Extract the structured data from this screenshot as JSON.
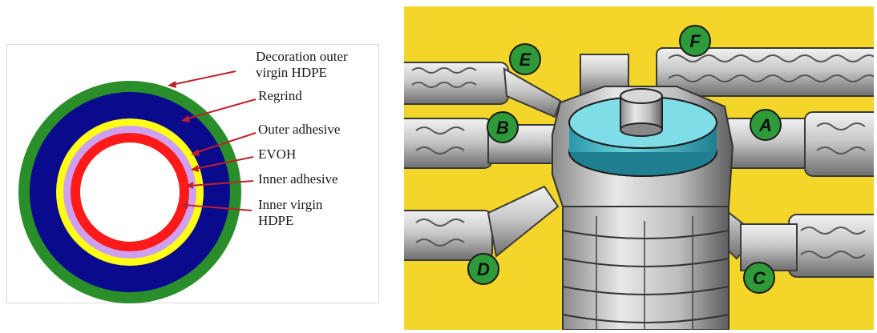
{
  "left_diagram": {
    "labels": [
      {
        "id": "decoration",
        "lines": [
          "Decoration outer",
          "virgin HDPE"
        ]
      },
      {
        "id": "regrind",
        "lines": [
          "Regrind"
        ]
      },
      {
        "id": "outer-adhesive",
        "lines": [
          "Outer adhesive"
        ]
      },
      {
        "id": "evoh",
        "lines": [
          "EVOH"
        ]
      },
      {
        "id": "inner-adhesive",
        "lines": [
          "Inner adhesive"
        ]
      },
      {
        "id": "inner-virgin",
        "lines": [
          "Inner virgin",
          "HDPE"
        ]
      }
    ],
    "layer_colors": {
      "decoration": "#2a8f2a",
      "regrind": "#0a0a8c",
      "outer_adhesive": "#ffff14",
      "evoh": "#d0a0f0",
      "inner_adhesive": "#ff1a1a",
      "core": "#ffffff"
    },
    "arrow_color": "#c0202a"
  },
  "right_illustration": {
    "background": "#f4d62a",
    "extruders": [
      {
        "letter": "A"
      },
      {
        "letter": "B"
      },
      {
        "letter": "C"
      },
      {
        "letter": "D"
      },
      {
        "letter": "E"
      },
      {
        "letter": "F"
      }
    ],
    "badge_color": "#2f9a3a"
  }
}
